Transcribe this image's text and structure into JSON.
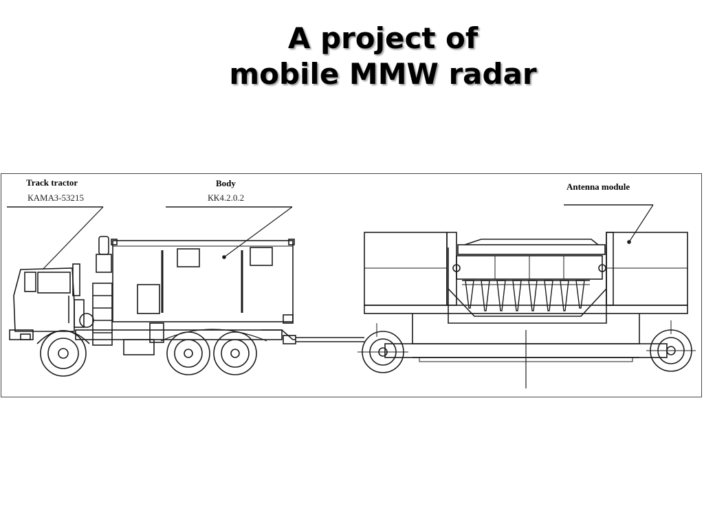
{
  "slide": {
    "title_line1": "A project of",
    "title_line2": "mobile MMW radar"
  },
  "labels": {
    "tractor": "Track tractor",
    "tractor_code": "КАМАЗ-53215",
    "body": "Body",
    "body_code": "КК4.2.0.2",
    "antenna": "Antenna module"
  },
  "colors": {
    "ink": "#1a1a1a",
    "frame": "#444444"
  }
}
